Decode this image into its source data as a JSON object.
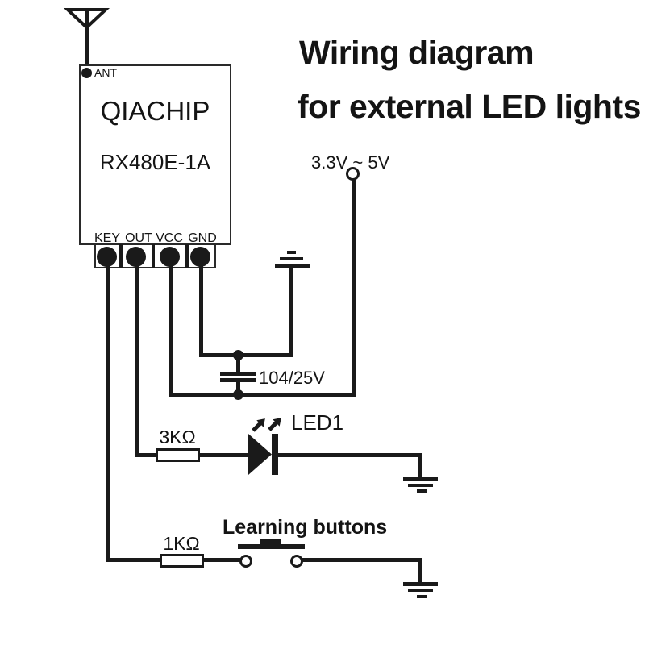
{
  "title": {
    "line1": "Wiring diagram",
    "line2": "for external LED lights"
  },
  "module": {
    "brand": "QIACHIP",
    "model": "RX480E-1A",
    "ant_label": "ANT",
    "pins": [
      {
        "label": "KEY"
      },
      {
        "label": "OUT"
      },
      {
        "label": "VCC"
      },
      {
        "label": "GND"
      }
    ]
  },
  "power_supply": {
    "label": "3.3V ~ 5V"
  },
  "capacitor": {
    "label": "104/25V"
  },
  "led": {
    "label": "LED1"
  },
  "resistor_led": {
    "label": "3KΩ"
  },
  "resistor_key": {
    "label": "1KΩ"
  },
  "button": {
    "label": "Learning buttons"
  },
  "colors": {
    "line": "#1a1a1a",
    "background": "#ffffff"
  }
}
